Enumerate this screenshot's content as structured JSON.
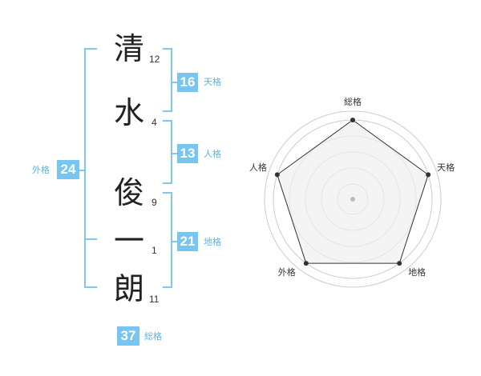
{
  "name": {
    "chars": [
      {
        "char": "清",
        "strokes": "12"
      },
      {
        "char": "水",
        "strokes": "4"
      },
      {
        "char": "俊",
        "strokes": "9"
      },
      {
        "char": "一",
        "strokes": "1"
      },
      {
        "char": "朗",
        "strokes": "11"
      }
    ]
  },
  "scores": {
    "tenkaku": {
      "value": "16",
      "label": "天格"
    },
    "jinkaku": {
      "value": "13",
      "label": "人格"
    },
    "chikaku": {
      "value": "21",
      "label": "地格"
    },
    "gaikaku": {
      "value": "24",
      "label": "外格"
    },
    "soukaku": {
      "value": "37",
      "label": "総格"
    }
  },
  "radar": {
    "axes": [
      "総格",
      "天格",
      "地格",
      "外格",
      "人格"
    ],
    "levels": [
      1,
      1,
      1,
      1,
      1
    ]
  },
  "colors": {
    "bracket": "#7dc7f0",
    "badge": "#77c6f2",
    "label": "#5ab4e6",
    "radar_ring": "#cccccc",
    "radar_fill": "#efefef",
    "radar_line": "#333333"
  }
}
